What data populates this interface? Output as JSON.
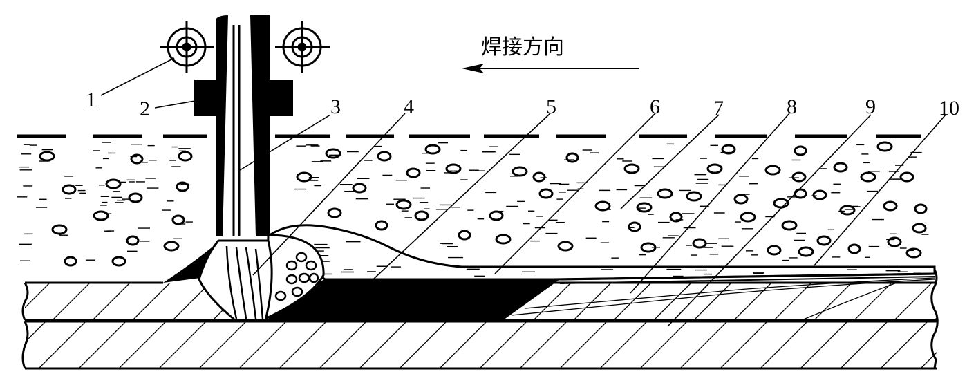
{
  "diagram": {
    "direction_label": "焊接方向",
    "callouts": [
      {
        "id": "1",
        "text": "1"
      },
      {
        "id": "2",
        "text": "2"
      },
      {
        "id": "3",
        "text": "3"
      },
      {
        "id": "4",
        "text": "4"
      },
      {
        "id": "5",
        "text": "5"
      },
      {
        "id": "6",
        "text": "6"
      },
      {
        "id": "7",
        "text": "7"
      },
      {
        "id": "8",
        "text": "8"
      },
      {
        "id": "9",
        "text": "9"
      },
      {
        "id": "10",
        "text": "10"
      }
    ]
  },
  "colors": {
    "ink": "#000000",
    "background": "#ffffff"
  }
}
